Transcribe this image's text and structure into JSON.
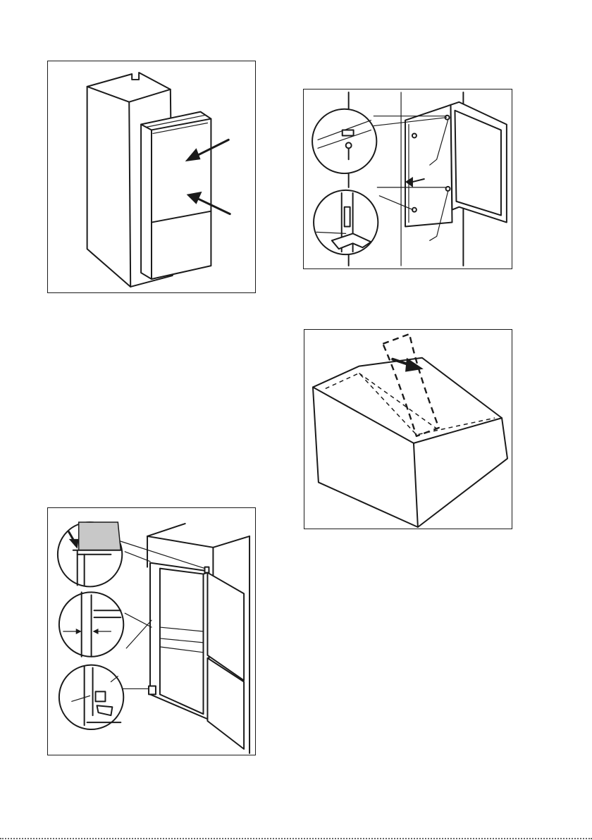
{
  "document": {
    "figures": [
      {
        "id": "fig-1",
        "icon": "arrow-icon",
        "description_visible": false
      },
      {
        "id": "fig-2",
        "icon": "magnifier-detail",
        "description_visible": false
      },
      {
        "id": "fig-3",
        "icon": "arrow-icon",
        "description_visible": false
      },
      {
        "id": "fig-4",
        "icon": "magnifier-detail",
        "description_visible": false
      }
    ]
  }
}
